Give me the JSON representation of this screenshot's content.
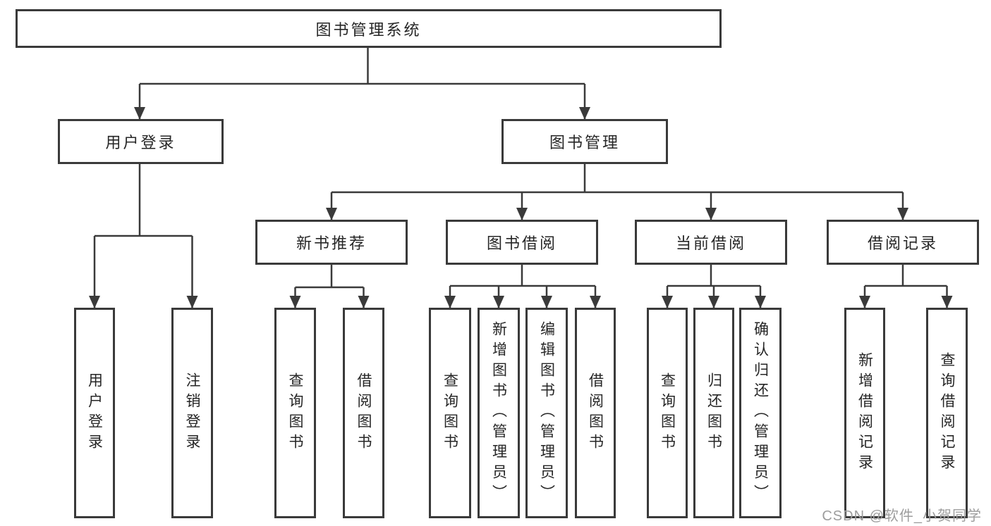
{
  "tree": {
    "label": "图书管理系统",
    "children": [
      {
        "label": "用户登录",
        "children": [
          {
            "label": "用户登录"
          },
          {
            "label": "注销登录"
          }
        ]
      },
      {
        "label": "图书管理",
        "children": [
          {
            "label": "新书推荐",
            "children": [
              {
                "label": "查询图书"
              },
              {
                "label": "借阅图书"
              }
            ]
          },
          {
            "label": "图书借阅",
            "children": [
              {
                "label": "查询图书"
              },
              {
                "label": "新增图书（管理员）"
              },
              {
                "label": "编辑图书（管理员）"
              },
              {
                "label": "借阅图书"
              }
            ]
          },
          {
            "label": "当前借阅",
            "children": [
              {
                "label": "查询图书"
              },
              {
                "label": "归还图书"
              },
              {
                "label": "确认归还（管理员）"
              }
            ]
          },
          {
            "label": "借阅记录",
            "children": [
              {
                "label": "新增借阅记录"
              },
              {
                "label": "查询借阅记录"
              }
            ]
          }
        ]
      }
    ]
  },
  "watermark": {
    "text": "CSDN @软件_小贺同学"
  },
  "colors": {
    "line": "#3a3a3a",
    "text": "#262626",
    "background": "#ffffff",
    "watermark": "#9d9d9d"
  }
}
